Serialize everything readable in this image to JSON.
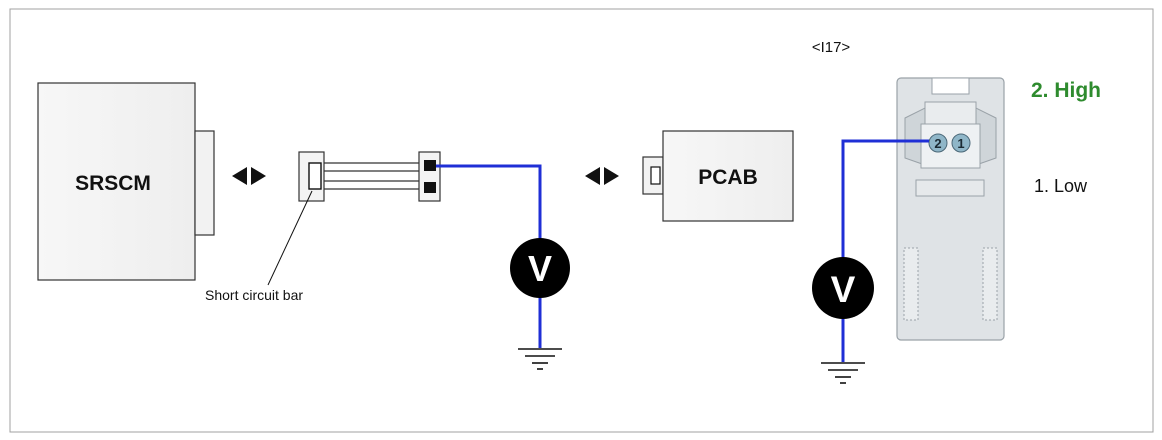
{
  "diagram": {
    "connector_id": "<I17>",
    "modules": {
      "srscm": "SRSCM",
      "pcab": "PCAB"
    },
    "short_circuit_bar_label": "Short circuit bar",
    "voltmeter_symbol": "V",
    "pins": {
      "high_label": "2. High",
      "low_label": "1. Low",
      "pin2": "2",
      "pin1": "1"
    },
    "colors": {
      "wire": "#1f2fd6",
      "high_label": "#2e8b2e",
      "frame": "#a0a0a0",
      "connector_body": "#dfe3e6",
      "pin_fill": "#8fb6c8"
    }
  }
}
